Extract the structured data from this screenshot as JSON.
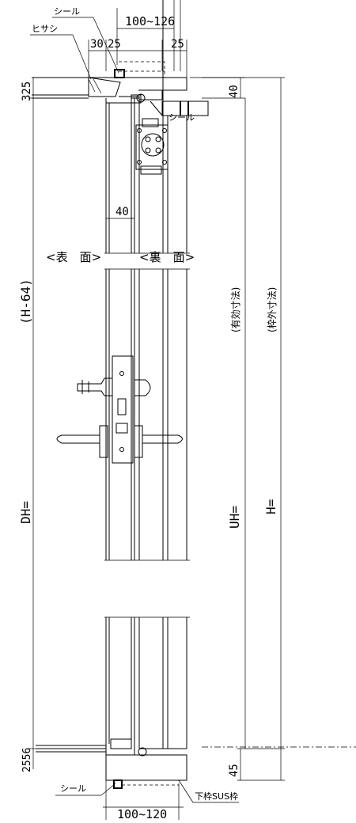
{
  "labels": {
    "seal_top": "シール",
    "hisashi": "ヒサシ",
    "width_range_top": "100~126",
    "dim_30": "30",
    "dim_25_a": "25",
    "dim_25_b": "25",
    "dim_325": "325",
    "dim_40_right": "40",
    "seal_right": "シール",
    "dim_40_frame": "40",
    "front_face": "<表　面>",
    "back_face": "<裏　面>",
    "h_minus_64": "(H-64)",
    "effective_dim": "(有効寸法)",
    "frame_outer_dim": "(枠外寸法)",
    "dh": "DH=",
    "uh": "UH=",
    "h": "H=",
    "dim_2556": "2556",
    "dim_45": "45",
    "seal_bottom": "シール",
    "width_range_bottom": "100~120",
    "lower_frame_sus": "下枠SUS枠"
  }
}
